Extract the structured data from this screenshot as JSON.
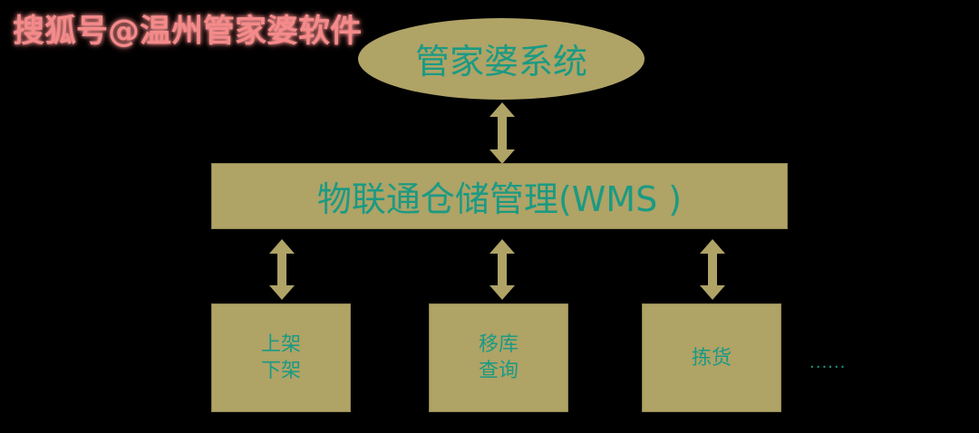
{
  "watermark": "搜狐号@温州管家婆软件",
  "top_node": "管家婆系统",
  "middle_node": "物联通仓储管理(WMS )",
  "modules": [
    {
      "line1": "上架",
      "line2": "下架"
    },
    {
      "line1": "移库",
      "line2": "查询"
    },
    {
      "line1": "拣货",
      "line2": ""
    }
  ],
  "more": "......",
  "colors": {
    "fill": "#afa366",
    "text": "#1b9a83",
    "watermark": "#f58a8a",
    "background": "#000000"
  }
}
